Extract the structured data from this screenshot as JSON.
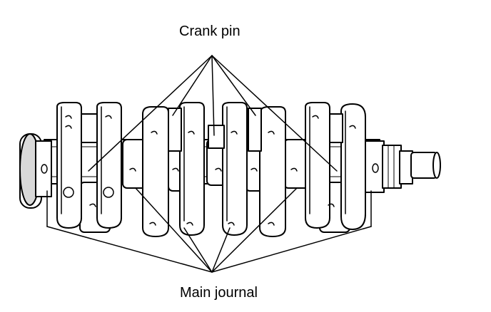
{
  "labels": {
    "crank_pin": "Crank pin",
    "main_journal": "Main journal"
  },
  "colors": {
    "ink": "#000000",
    "paper": "#ffffff",
    "shade": "#d9d9d9"
  },
  "icons": {
    "part": "crankshaft-drawing"
  }
}
